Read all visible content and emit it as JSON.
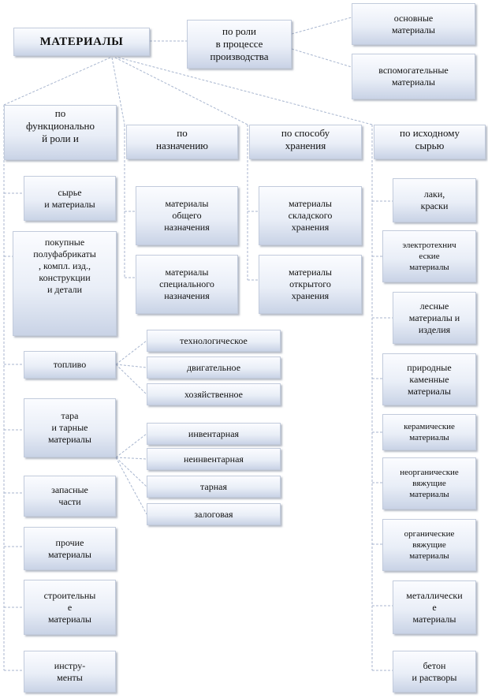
{
  "root": "МАТЕРИАЛЫ",
  "by_role": {
    "title": "по роли\nв процессе\nпроизводства",
    "children": [
      "основные\nматериалы",
      "вспомогательные\nматериалы"
    ]
  },
  "columns": [
    {
      "title": "по\nфункционально\nй роли и",
      "children": [
        "сырье\nи материалы",
        "покупные\nполуфабрикаты\n, компл. изд.,\nконструкции\nи детали",
        "топливо",
        "тара\nи тарные\nматериалы",
        "запасные\nчасти",
        "прочие\nматериалы",
        "строительны\nе\nматериалы",
        "инстру-\nменты"
      ]
    },
    {
      "title": "по\nназначению",
      "children": [
        "материалы\nобщего\nназначения",
        "материалы\nспециального\nназначения"
      ]
    },
    {
      "title": "по способу\nхранения",
      "children": [
        "материалы\nскладского\nхранения",
        "материалы\nоткрытого\nхранения"
      ]
    },
    {
      "title": "по исходному\nсырью",
      "children": [
        "лаки,\nкраски",
        "электротехнич\nеские\nматериалы",
        "лесные\nматериалы  и\nизделия",
        "природные\nкаменные\nматериалы",
        "керамические\nматериалы",
        "неорганические\nвяжущие\nматериалы",
        "органические\nвяжущие\nматериалы",
        "металлически\nе\nматериалы",
        "бетон\nи растворы"
      ]
    }
  ],
  "fuel_types": [
    "технологическое",
    "двигательное",
    "хозяйственное"
  ],
  "container_types": [
    "инвентарная",
    "неинвентарная",
    "тарная",
    "залоговая"
  ]
}
